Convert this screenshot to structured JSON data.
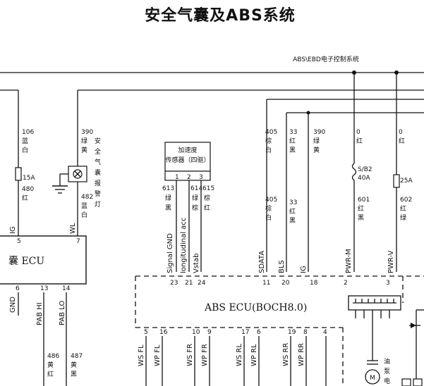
{
  "title": "安全气囊及ABS系统",
  "subtitle": "ABS\\EBD电子控制系统",
  "left_wires": {
    "w106": [
      "106",
      "蓝",
      "白"
    ],
    "w480": [
      "480",
      "红"
    ],
    "w390": [
      "390",
      "绿",
      "黄"
    ],
    "w482": [
      "482",
      "蓝",
      "白"
    ],
    "fuse_left": "15A",
    "lamp_label": [
      "安",
      "全",
      "气",
      "囊",
      "报",
      "警",
      "灯"
    ],
    "sig_ig": "IG",
    "sig_wl": "WL"
  },
  "airbag_ecu": {
    "label": "囊 ECU",
    "pins_top": [
      "5",
      "7"
    ],
    "pins_bottom": [
      "6",
      "13",
      "14"
    ],
    "sig_gnd": "GND",
    "sig_pab_hi": "PAB HI",
    "sig_pab_lo": "PAB LO",
    "w486": [
      "486",
      "黄",
      "红"
    ],
    "w487": [
      "487",
      "黄",
      "黑"
    ]
  },
  "accel_sensor": {
    "label_line1": "加速度",
    "label_line2": "传感器（四驱）",
    "pins": [
      "1",
      "2",
      "3"
    ],
    "w613": [
      "613",
      "绿",
      "黑"
    ],
    "w614": [
      "614",
      "绿",
      "棕"
    ],
    "w615": [
      "615",
      "棕",
      "红"
    ],
    "sig_gnd": "Signal GND",
    "sig_long": "longitudinal acc",
    "sig_vstab": "Vstab"
  },
  "abs_ecu": {
    "label": "ABS ECU(BOCH8.0)",
    "pins_top": [
      "23",
      "21",
      "24",
      "11",
      "20",
      "18",
      "2",
      "3"
    ],
    "pins_bottom": [
      "5",
      "16",
      "10",
      "9",
      "17",
      "6",
      "19",
      "8",
      "4"
    ],
    "sig_sdata": "SDATA",
    "sig_bls": "BLS",
    "sig_ig": "IG",
    "sig_pwr_m": "PWR-M",
    "sig_pwr_v": "PWR-V",
    "sig_ws_fl": "WS FL",
    "sig_wp_fl": "WP FL",
    "sig_ws_fr": "WS FR",
    "sig_wp_fr": "WP FR",
    "sig_ws_rl": "WS RL",
    "sig_wp_rl": "WP RL",
    "sig_ws_rr": "WS RR",
    "sig_wp_rr": "WP RR"
  },
  "right_wires": {
    "w405a": [
      "405",
      "棕",
      "白"
    ],
    "w405b": [
      "405",
      "棕",
      "白"
    ],
    "w33a": [
      "33",
      "红",
      "黑"
    ],
    "w33b": [
      "33",
      "红",
      "黑"
    ],
    "w390": [
      "390",
      "绿",
      "黄"
    ],
    "w0a": [
      "0",
      "红"
    ],
    "w0b": [
      "0",
      "红"
    ],
    "fuse_sb2": [
      "S/B2",
      "40A"
    ],
    "w601": [
      "601",
      "红",
      "黑"
    ],
    "fuse_25a": "25A",
    "w602": [
      "602",
      "红",
      "绿"
    ],
    "pump_label": [
      "油",
      "泵",
      "电"
    ]
  }
}
